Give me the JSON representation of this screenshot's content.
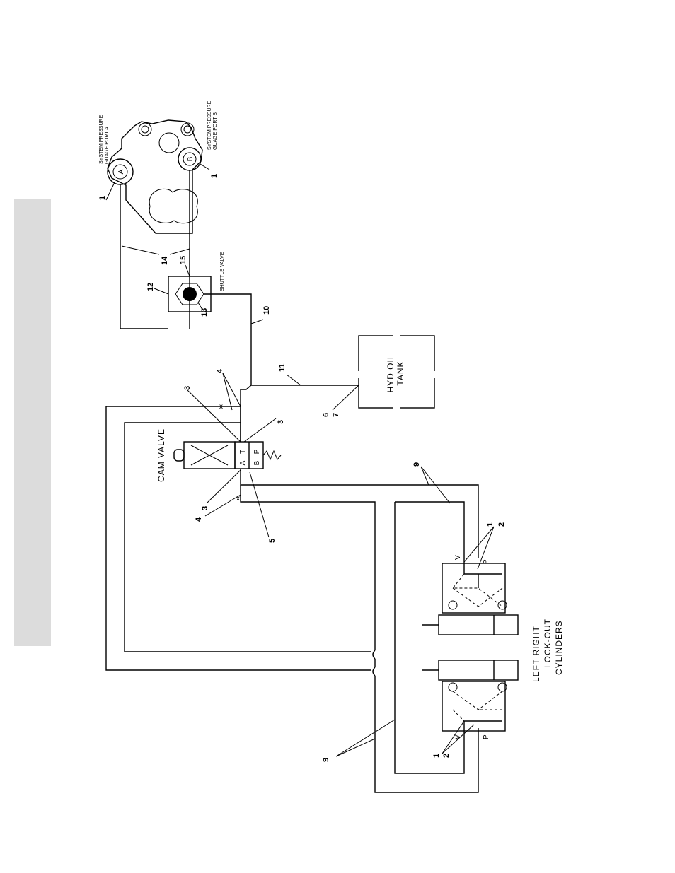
{
  "labels": {
    "cam_valve": "CAM VALVE",
    "hyd_oil_tank_line1": "HYD OIL",
    "hyd_oil_tank_line2": "TANK",
    "shuttle_valve": "SHUTTLE VALVE",
    "gauge_port_a_line1": "SYSTEM PRESSURE",
    "gauge_port_a_line2": "GUAGE PORT A",
    "gauge_port_b_line1": "SYSTEM PRESSURE",
    "gauge_port_b_line2": "GUAGE PORT B",
    "cylinders_line1": "LEFT    RIGHT",
    "cylinders_line2": "LOCK-OUT",
    "cylinders_line3": "CYLINDERS"
  },
  "ports": {
    "a": "A",
    "b": "B",
    "t": "T",
    "p": "P",
    "v": "V"
  },
  "callouts": {
    "c1_gauge_a": "1",
    "c1_gauge_b": "1",
    "c14": "14",
    "c15": "15",
    "c12": "12",
    "c13": "13",
    "c10": "10",
    "c11": "11",
    "c6": "6",
    "c7": "7",
    "c4_top": "4",
    "c3_top": "3",
    "c3_right": "3",
    "c3_left": "3",
    "c4_left": "4",
    "c5": "5",
    "c9_top": "9",
    "c1_right_cyl": "1",
    "c2_right_cyl": "2",
    "c1_left_cyl": "1",
    "c2_left_cyl": "2",
    "c9_bottom": "9"
  }
}
